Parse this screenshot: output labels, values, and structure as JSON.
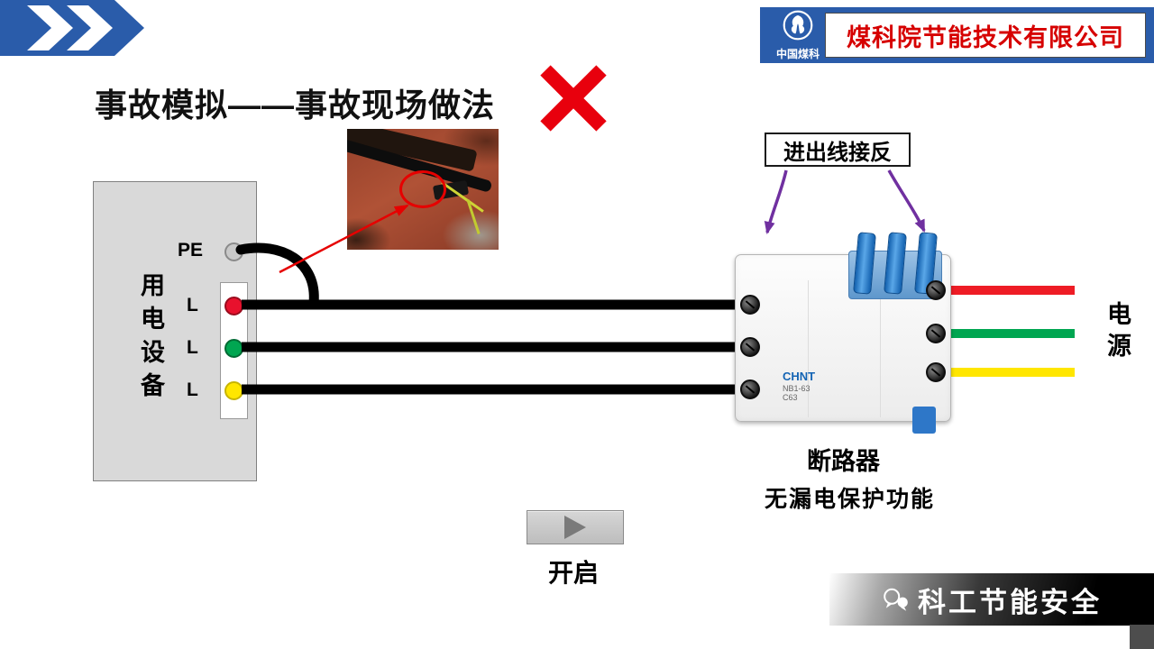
{
  "header": {
    "logo_text": "中国煤科",
    "company_name": "煤科院节能技术有限公司"
  },
  "title": {
    "text": "事故模拟——事故现场做法"
  },
  "diagram": {
    "device": {
      "label": "用电设备",
      "terminals": [
        {
          "name": "PE",
          "color": "#c9c9c9"
        },
        {
          "name": "L",
          "color": "#e8112d"
        },
        {
          "name": "L",
          "color": "#00a651"
        },
        {
          "name": "L",
          "color": "#ffe600"
        }
      ]
    },
    "annotation": {
      "label": "进出线接反"
    },
    "breaker": {
      "brand": "CHNT",
      "model": "NB1-63",
      "rating": "C63",
      "label": "断路器",
      "note": "无漏电保护功能"
    },
    "power": {
      "label": "电源"
    },
    "wire_colors": {
      "phase_red": "#ee1c25",
      "phase_green": "#00a651",
      "phase_yellow": "#ffe600",
      "pe_black": "#000000"
    }
  },
  "controls": {
    "play_label": "开启"
  },
  "footer": {
    "watermark": "科工节能安全"
  },
  "colors": {
    "header_blue": "#2a5caa",
    "accent_red": "#d60000",
    "arrow_purple": "#7030a0"
  }
}
